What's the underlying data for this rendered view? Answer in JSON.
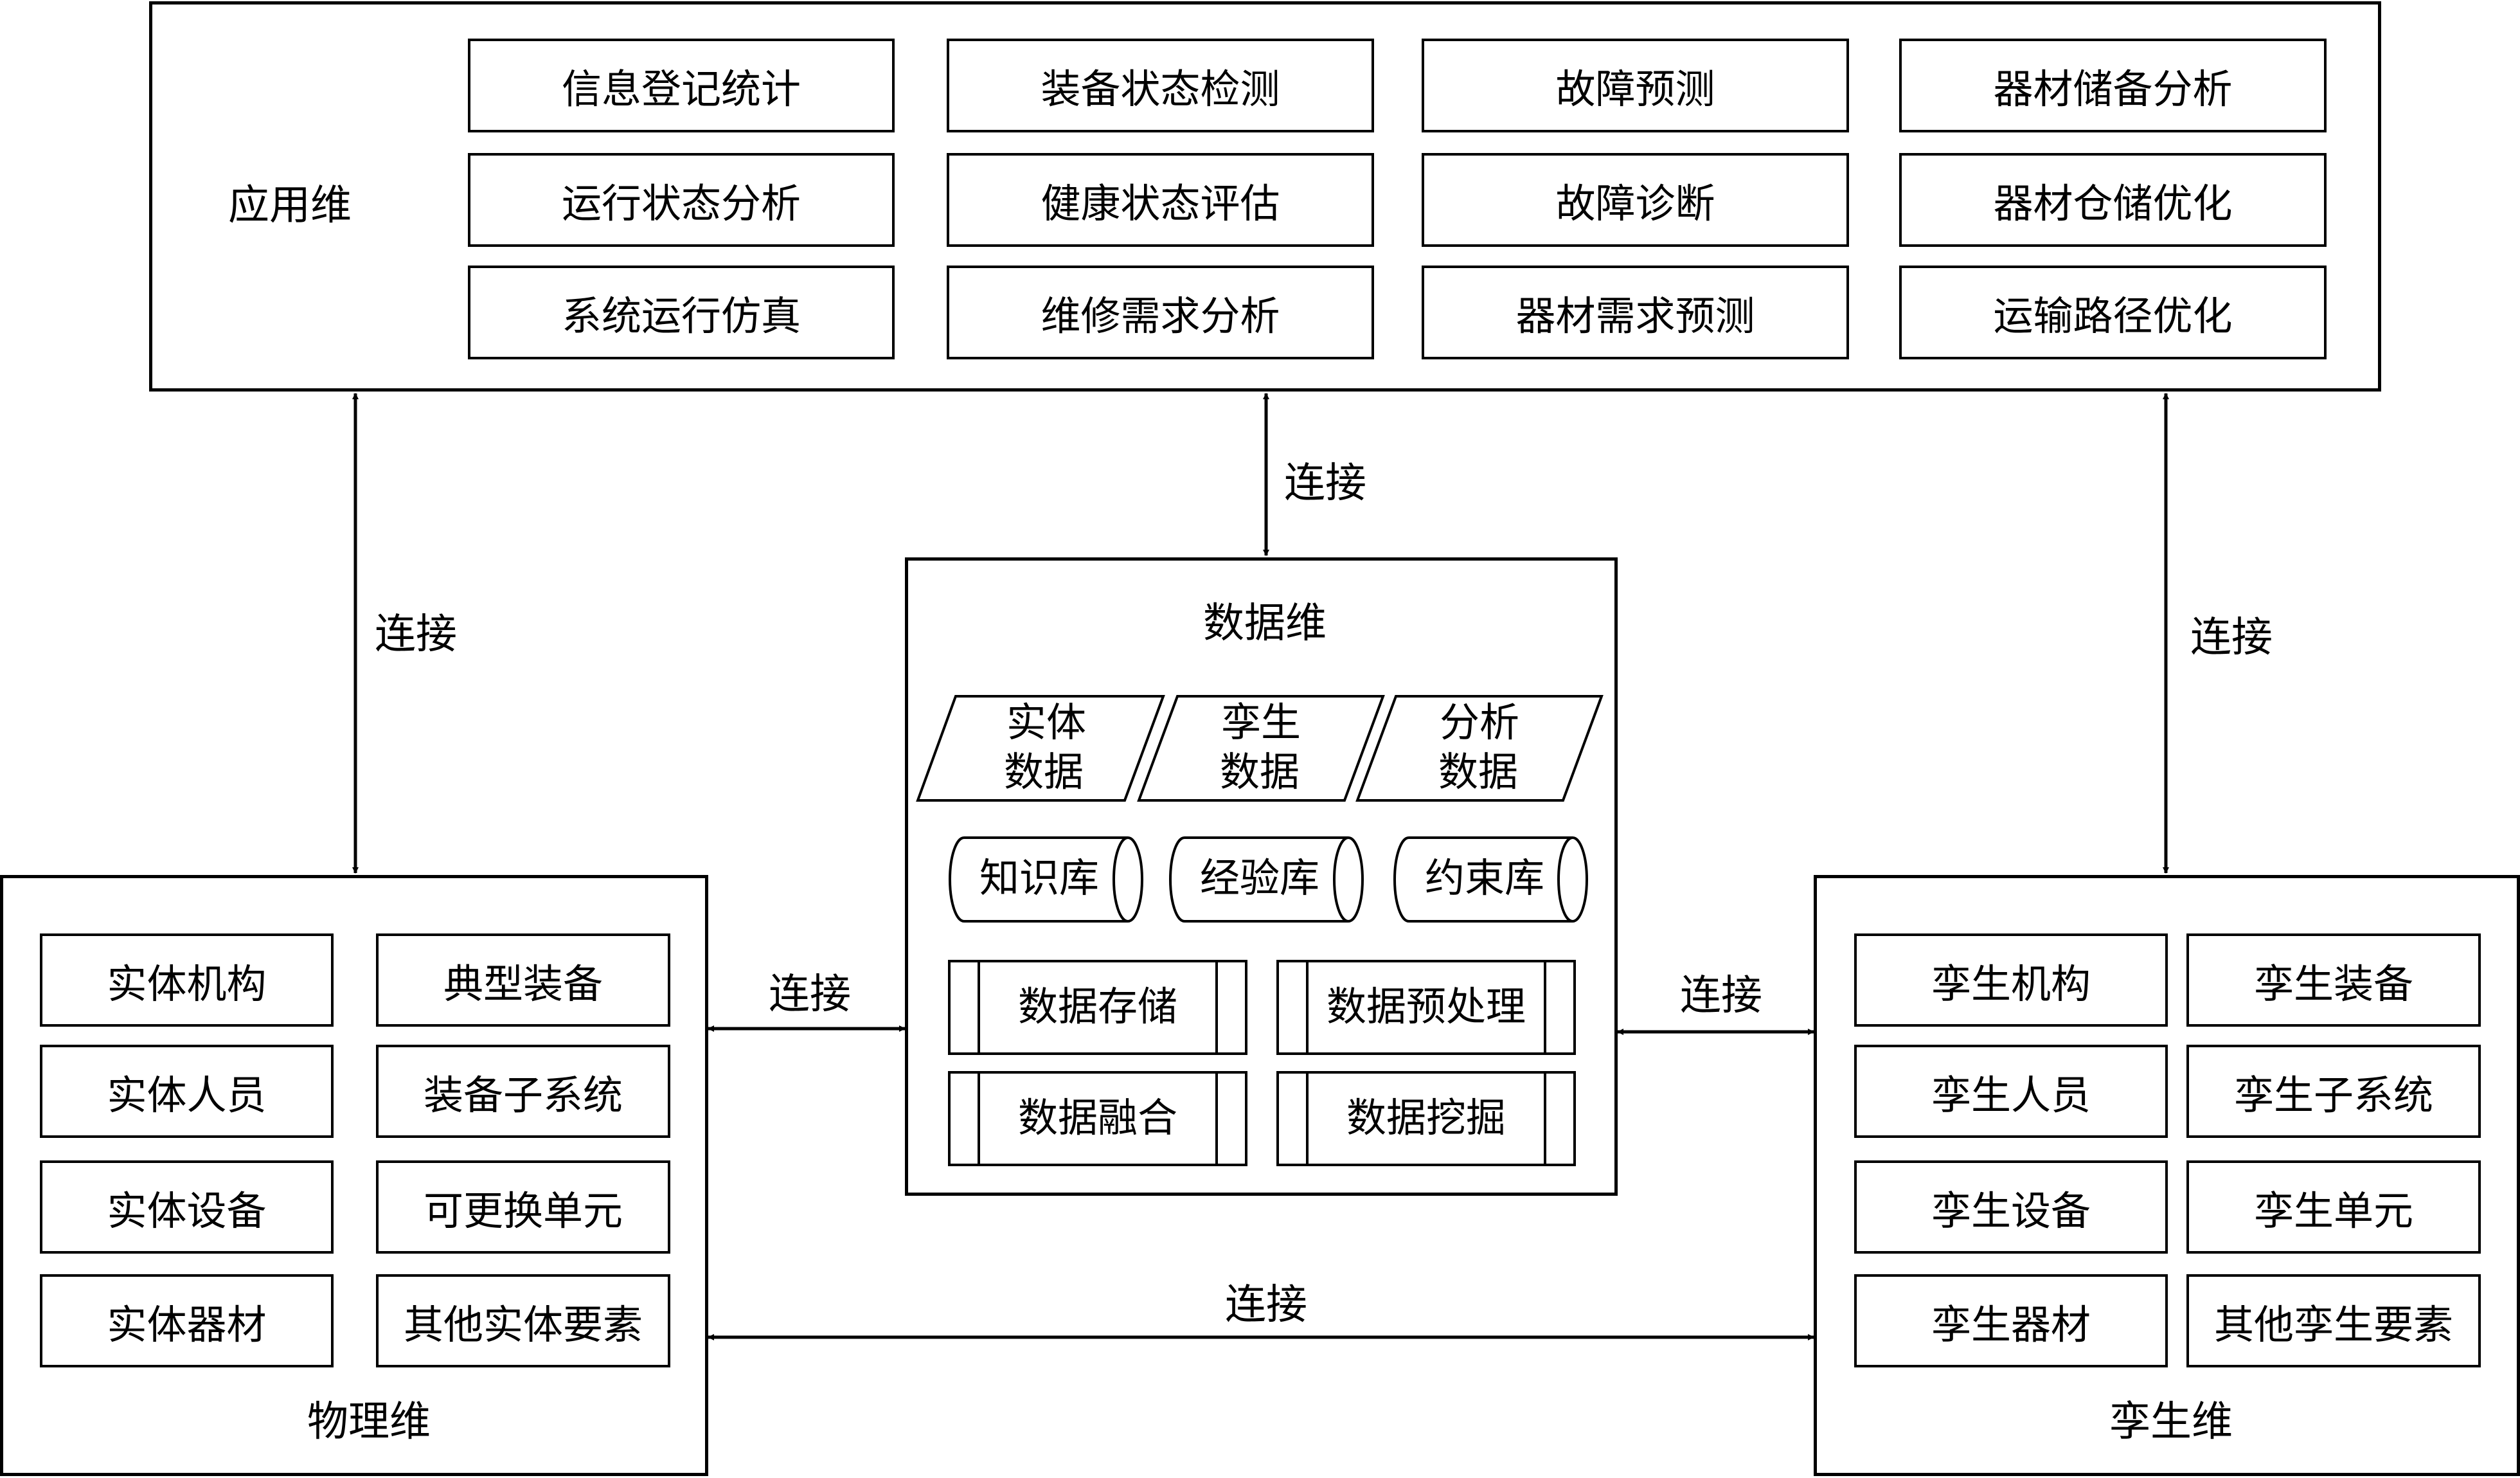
{
  "application": {
    "title": "应用维",
    "items": [
      "信息登记统计",
      "装备状态检测",
      "故障预测",
      "器材储备分析",
      "运行状态分析",
      "健康状态评估",
      "故障诊断",
      "器材仓储优化",
      "系统运行仿真",
      "维修需求分析",
      "器材需求预测",
      "运输路径优化"
    ]
  },
  "data_dim": {
    "title": "数据维",
    "datasets": [
      {
        "line1": "实体",
        "line2": "数据"
      },
      {
        "line1": "孪生",
        "line2": "数据"
      },
      {
        "line1": "分析",
        "line2": "数据"
      }
    ],
    "libraries": [
      "知识库",
      "经验库",
      "约束库"
    ],
    "processes": [
      "数据存储",
      "数据预处理",
      "数据融合",
      "数据挖掘"
    ]
  },
  "physical": {
    "title": "物理维",
    "items": [
      "实体机构",
      "典型装备",
      "实体人员",
      "装备子系统",
      "实体设备",
      "可更换单元",
      "实体器材",
      "其他实体要素"
    ]
  },
  "twin": {
    "title": "孪生维",
    "items": [
      "孪生机构",
      "孪生装备",
      "孪生人员",
      "孪生子系统",
      "孪生设备",
      "孪生单元",
      "孪生器材",
      "其他孪生要素"
    ]
  },
  "connections": {
    "app_physical": "连接",
    "app_data": "连接",
    "app_twin": "连接",
    "physical_data": "连接",
    "data_twin": "连接",
    "physical_twin": "连接"
  }
}
